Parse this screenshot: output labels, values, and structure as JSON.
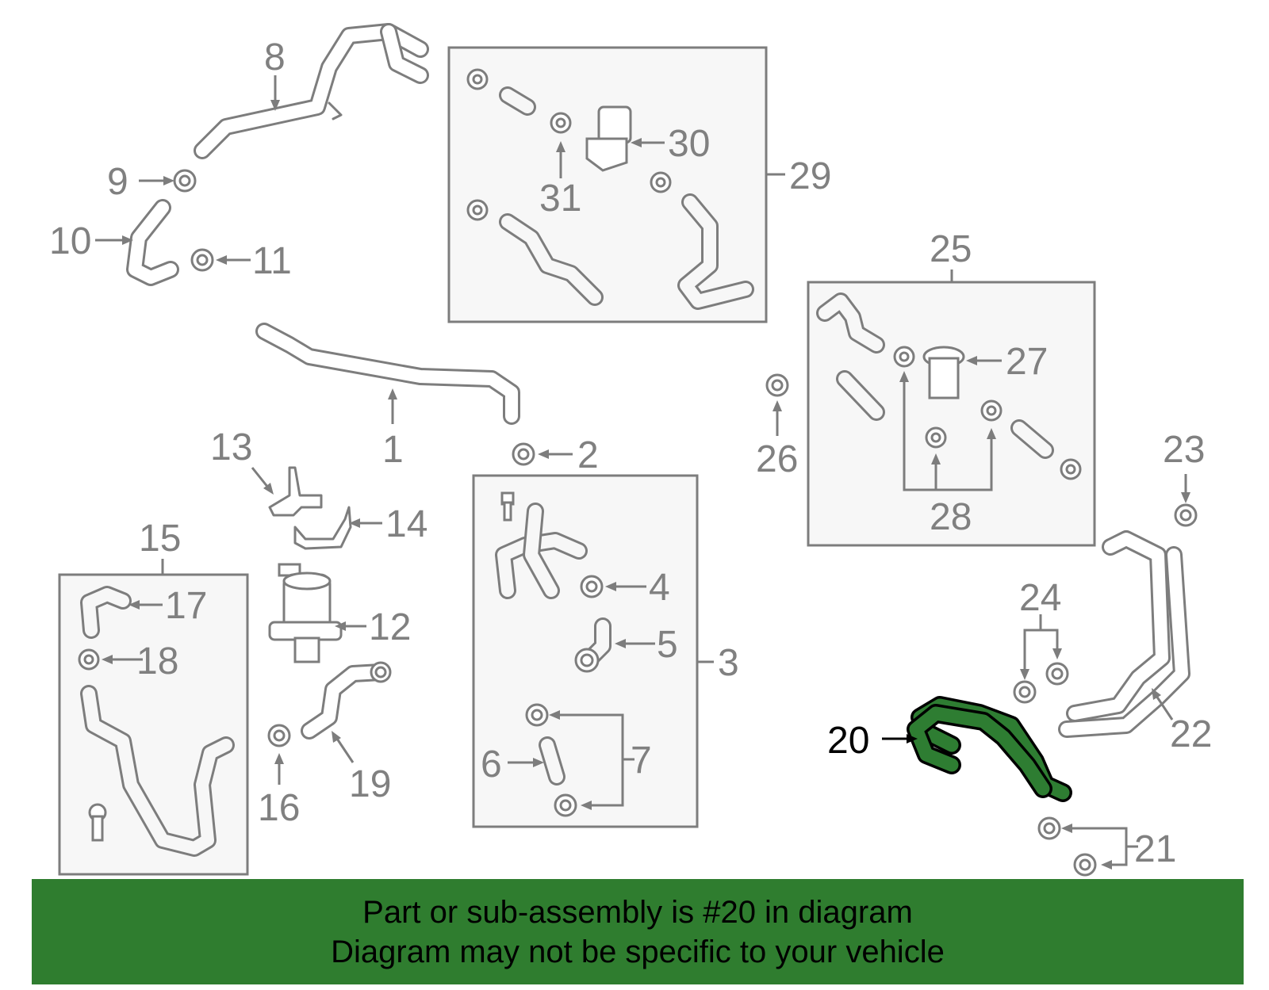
{
  "callouts": {
    "c1": "1",
    "c2": "2",
    "c3": "3",
    "c4": "4",
    "c5": "5",
    "c6": "6",
    "c7": "7",
    "c8": "8",
    "c9": "9",
    "c10": "10",
    "c11": "11",
    "c12": "12",
    "c13": "13",
    "c14": "14",
    "c15": "15",
    "c16": "16",
    "c17": "17",
    "c18": "18",
    "c19": "19",
    "c20": "20",
    "c21": "21",
    "c22": "22",
    "c23": "23",
    "c24": "24",
    "c25": "25",
    "c26": "26",
    "c27": "27",
    "c28": "28",
    "c29": "29",
    "c30": "30",
    "c31": "31"
  },
  "highlighted_part": "20",
  "colors": {
    "highlight_part": "#2e7d32",
    "banner_background": "#2f7d2f",
    "line_art": "#7d7d7d",
    "box_fill": "#f7f7f7"
  },
  "banner": {
    "line1": "Part or sub-assembly is #20 in diagram",
    "line2": "Diagram may not be specific to your vehicle"
  }
}
